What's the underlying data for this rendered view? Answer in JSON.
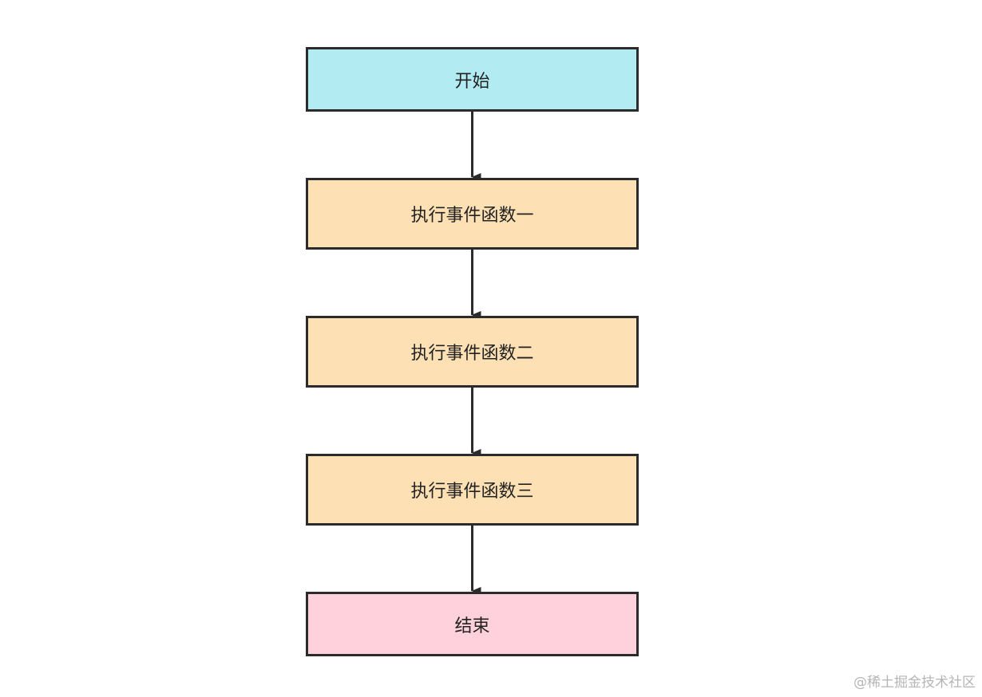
{
  "diagram": {
    "nodes": [
      {
        "id": "start",
        "label": "开始",
        "color": "#b2ebf2"
      },
      {
        "id": "step1",
        "label": "执行事件函数一",
        "color": "#fde0b4"
      },
      {
        "id": "step2",
        "label": "执行事件函数二",
        "color": "#fde0b4"
      },
      {
        "id": "step3",
        "label": "执行事件函数三",
        "color": "#fde0b4"
      },
      {
        "id": "end",
        "label": "结束",
        "color": "#ffd1dc"
      }
    ],
    "edges": [
      {
        "from": "start",
        "to": "step1"
      },
      {
        "from": "step1",
        "to": "step2"
      },
      {
        "from": "step2",
        "to": "step3"
      },
      {
        "from": "step3",
        "to": "end"
      }
    ],
    "line_color": "#2b2b2b"
  },
  "watermark": "@稀土掘金技术社区"
}
